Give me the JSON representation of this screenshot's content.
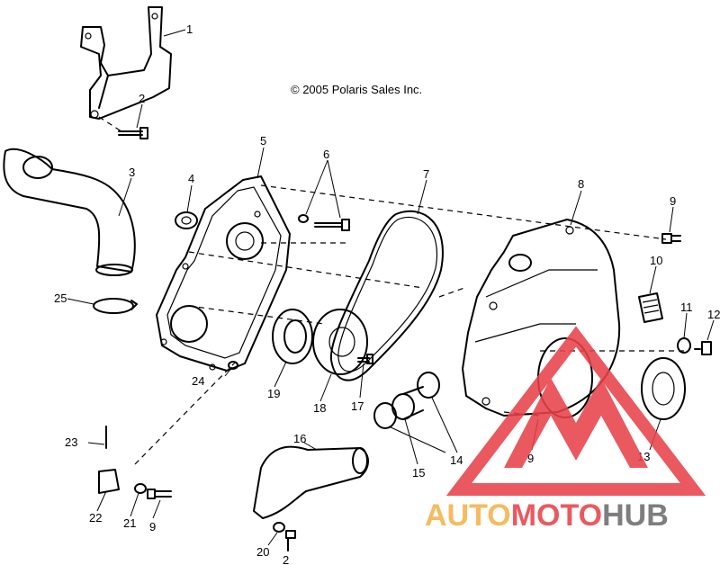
{
  "copyright": "© 2005 Polaris Sales Inc.",
  "callouts": {
    "c1": "1",
    "c2a": "2",
    "c3": "3",
    "c4": "4",
    "c5": "5",
    "c6": "6",
    "c7": "7",
    "c8": "8",
    "c9a": "9",
    "c10": "10",
    "c11": "11",
    "c12": "12",
    "c13": "13",
    "c14": "14",
    "c15": "15",
    "c16": "16",
    "c17": "17",
    "c18": "18",
    "c19": "19",
    "c20": "20",
    "c2b": "2",
    "c21": "21",
    "c22": "22",
    "c23": "23",
    "c24": "24",
    "c25": "25",
    "c9b": "9",
    "c9c": "9"
  },
  "watermark": {
    "part1": "AUTO",
    "part2": "MOTO",
    "part3": "HUB",
    "color_orange": "#f4b24a",
    "color_red": "#e8434a",
    "color_gray": "#6d6d6d"
  }
}
